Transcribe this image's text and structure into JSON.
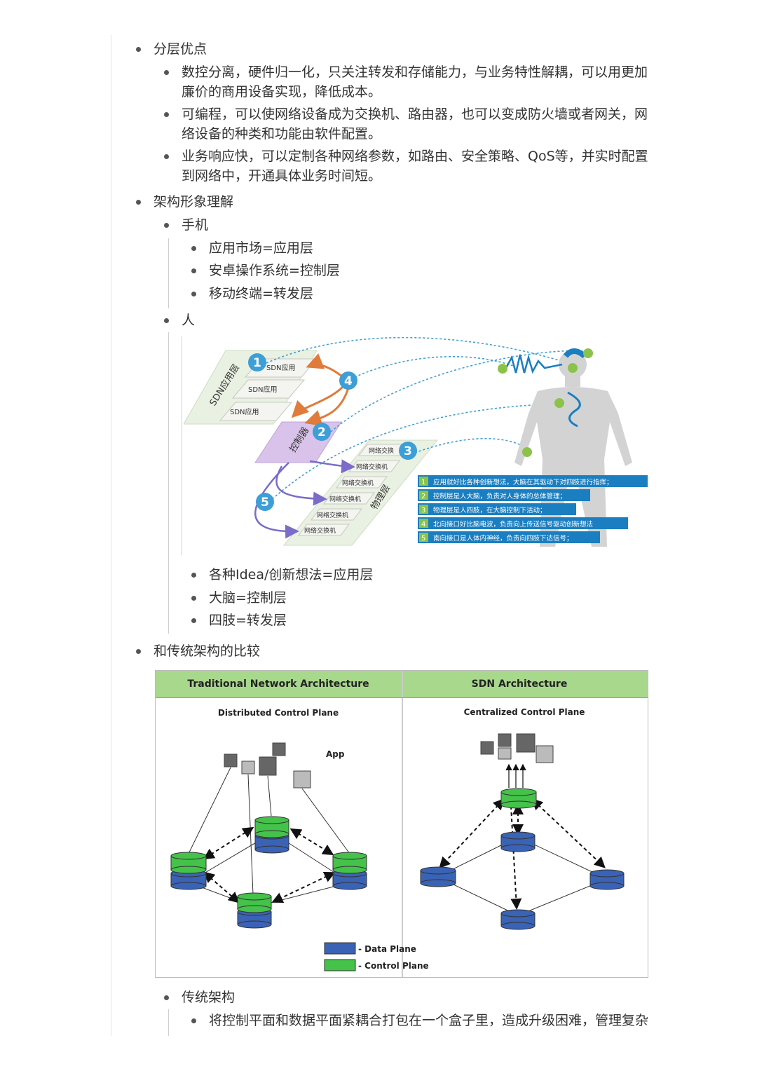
{
  "sections": {
    "layer_advantages": {
      "title": "分层优点",
      "items": [
        {
          "line1": "数控分离，硬件归一化，只关注转发和存储能力，与业务特性解耦，可以用更加",
          "line2": "廉价的商用设备实现，降低成本。"
        },
        {
          "line1": "可编程，可以使网络设备成为交换机、路由器，也可以变成防火墙或者网关，网",
          "line2": "络设备的种类和功能由软件配置。"
        },
        {
          "line1": "业务响应快，可以定制各种网络参数，如路由、安全策略、QoS等，并实时配置",
          "line2": "到网络中，开通具体业务时间短。"
        }
      ]
    },
    "arch_analogy": {
      "title": "架构形象理解",
      "phone": {
        "label": "手机",
        "items": [
          "应用市场=应用层",
          "安卓操作系统=控制层",
          "移动终端=转发层"
        ]
      },
      "human": {
        "label": "人",
        "items": [
          "各种Idea/创新想法=应用层",
          "大脑=控制层",
          "四肢=转发层"
        ]
      }
    },
    "comparison": {
      "title": "和传统架构的比较",
      "traditional": {
        "label": "传统架构",
        "items": [
          "将控制平面和数据平面紧耦合打包在一个盒子里，造成升级困难，管理复杂"
        ]
      }
    }
  },
  "human_diagram": {
    "app_layer_label": "SDN应用层",
    "apps": [
      "SDN应用",
      "SDN应用",
      "SDN应用"
    ],
    "controller_label": "控制器",
    "physical_label": "物理层",
    "switches": [
      "网络交换",
      "网络交换机",
      "网络交换机",
      "网络交换机",
      "网络交换机",
      "网络交换机"
    ],
    "markers": [
      "1",
      "2",
      "3",
      "4",
      "5"
    ],
    "legend": [
      {
        "num": "1",
        "text": "应用就好比各种创新想法，大脑在其驱动下对四肢进行指挥；"
      },
      {
        "num": "2",
        "text": "控制层是人大脑，负责对人身体的总体管理；"
      },
      {
        "num": "3",
        "text": "物理层是人四肢，在大脑控制下活动；"
      },
      {
        "num": "4",
        "text": "北向接口好比脑电波，负责向上传送信号驱动创新想法"
      },
      {
        "num": "5",
        "text": "南向接口是人体内神经，负责向四肢下达信号；"
      }
    ],
    "colors": {
      "marker": "#3d9fd6",
      "controller": "#d9c3ea",
      "layer": "#e9f1e2",
      "legend_bg": "#1a7ec0"
    }
  },
  "comparison_diagram": {
    "left_header": "Traditional Network Architecture",
    "right_header": "SDN Architecture",
    "left_subtitle": "Distributed Control Plane",
    "right_subtitle": "Centralized Control Plane",
    "app_label": "App",
    "legend_data": "- Data Plane",
    "legend_control": "- Control Plane",
    "colors": {
      "header_bg": "#a8d88b",
      "data_plane": "#3a63b5",
      "control_plane": "#44c24a"
    }
  }
}
